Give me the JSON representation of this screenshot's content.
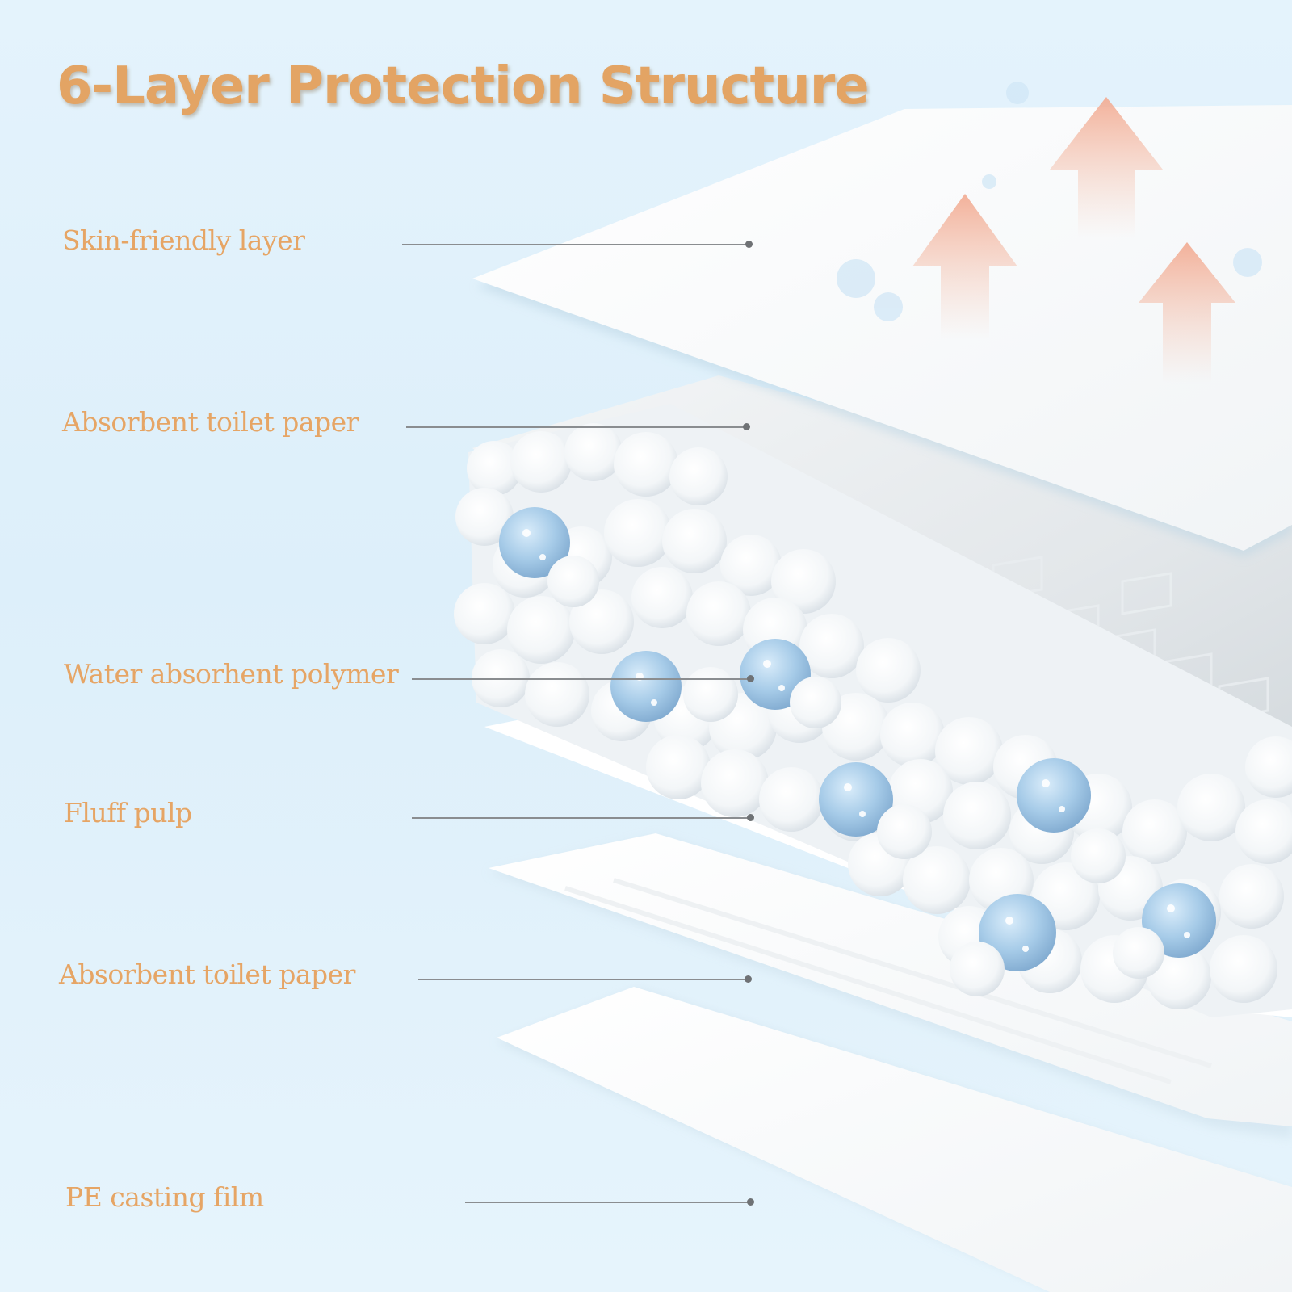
{
  "title": "6-Layer Protection Structure",
  "layers": [
    {
      "label": "Skin-friendly layer"
    },
    {
      "label": "Absorbent toilet paper"
    },
    {
      "label": "Water absorhent polymer"
    },
    {
      "label": "Fluff pulp"
    },
    {
      "label": "Absorbent toilet paper"
    },
    {
      "label": "PE casting film"
    }
  ],
  "colors": {
    "title": "#e3a464",
    "label": "#e6a565",
    "background": "#e1f1fb",
    "arrow": "#f4b9a2",
    "droplet": "#9cc4e4"
  },
  "icons": [
    "up-arrow-icon",
    "water-droplet-icon",
    "absorbed-drop-icon"
  ]
}
